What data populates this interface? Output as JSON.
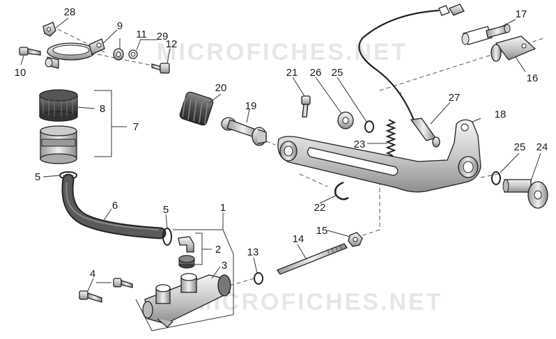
{
  "watermark": "MICROFICHES.NET",
  "callouts": [
    {
      "id": "28",
      "text": "28"
    },
    {
      "id": "9",
      "text": "9"
    },
    {
      "id": "11",
      "text": "11"
    },
    {
      "id": "29",
      "text": "29"
    },
    {
      "id": "12",
      "text": "12"
    },
    {
      "id": "10",
      "text": "10"
    },
    {
      "id": "8",
      "text": "8"
    },
    {
      "id": "7",
      "text": "7"
    },
    {
      "id": "5a",
      "text": "5"
    },
    {
      "id": "6",
      "text": "6"
    },
    {
      "id": "5b",
      "text": "5"
    },
    {
      "id": "1",
      "text": "1"
    },
    {
      "id": "2",
      "text": "2"
    },
    {
      "id": "3",
      "text": "3"
    },
    {
      "id": "4",
      "text": "4"
    },
    {
      "id": "20",
      "text": "20"
    },
    {
      "id": "19",
      "text": "19"
    },
    {
      "id": "21",
      "text": "21"
    },
    {
      "id": "26",
      "text": "26"
    },
    {
      "id": "25a",
      "text": "25"
    },
    {
      "id": "27",
      "text": "27"
    },
    {
      "id": "18",
      "text": "18"
    },
    {
      "id": "23",
      "text": "23"
    },
    {
      "id": "22",
      "text": "22"
    },
    {
      "id": "17",
      "text": "17"
    },
    {
      "id": "16",
      "text": "16"
    },
    {
      "id": "25b",
      "text": "25"
    },
    {
      "id": "24",
      "text": "24"
    },
    {
      "id": "15",
      "text": "15"
    },
    {
      "id": "14",
      "text": "14"
    },
    {
      "id": "13",
      "text": "13"
    }
  ]
}
